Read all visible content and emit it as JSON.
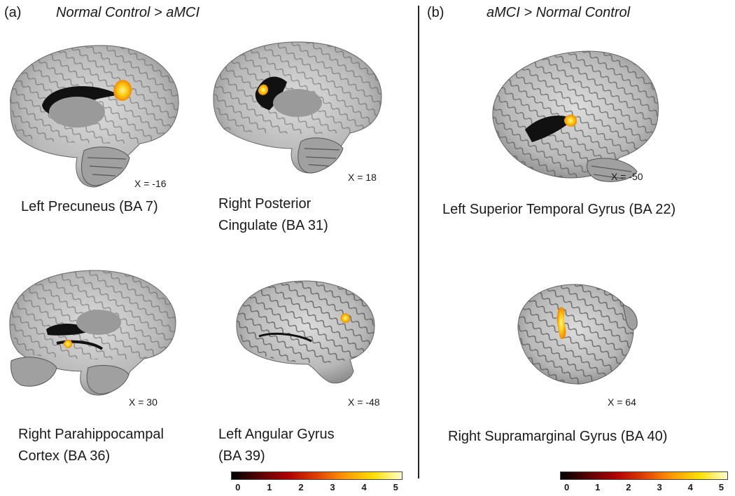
{
  "panel_a": {
    "label": "(a)",
    "contrast": "Normal Control > aMCI",
    "images": [
      {
        "caption_lines": [
          "Left Precuneus (BA 7)"
        ],
        "coord": "X = -16"
      },
      {
        "caption_lines": [
          "Right Posterior",
          "Cingulate (BA 31)"
        ],
        "coord": "X = 18"
      },
      {
        "caption_lines": [
          "Right Parahippocampal",
          "Cortex (BA 36)"
        ],
        "coord": "X = 30"
      },
      {
        "caption_lines": [
          "Left Angular Gyrus",
          "(BA 39)"
        ],
        "coord": "X = -48"
      }
    ],
    "colorbar_ticks": [
      "0",
      "1",
      "2",
      "3",
      "4",
      "5"
    ]
  },
  "panel_b": {
    "label": "(b)",
    "contrast": "aMCI > Normal Control",
    "images": [
      {
        "caption_lines": [
          "Left Superior Temporal Gyrus (BA 22)"
        ],
        "coord": "X = -50"
      },
      {
        "caption_lines": [
          "Right Supramarginal Gyrus (BA 40)"
        ],
        "coord": "X = 64"
      }
    ],
    "colorbar_ticks": [
      "0",
      "1",
      "2",
      "3",
      "4",
      "5"
    ]
  },
  "colors": {
    "colorbar": [
      "#000000",
      "#5a0000",
      "#b00000",
      "#e04000",
      "#ff9900",
      "#ffe000",
      "#ffffd0"
    ],
    "activation_core": "#ffd21a",
    "activation_edge": "#f08a00"
  }
}
